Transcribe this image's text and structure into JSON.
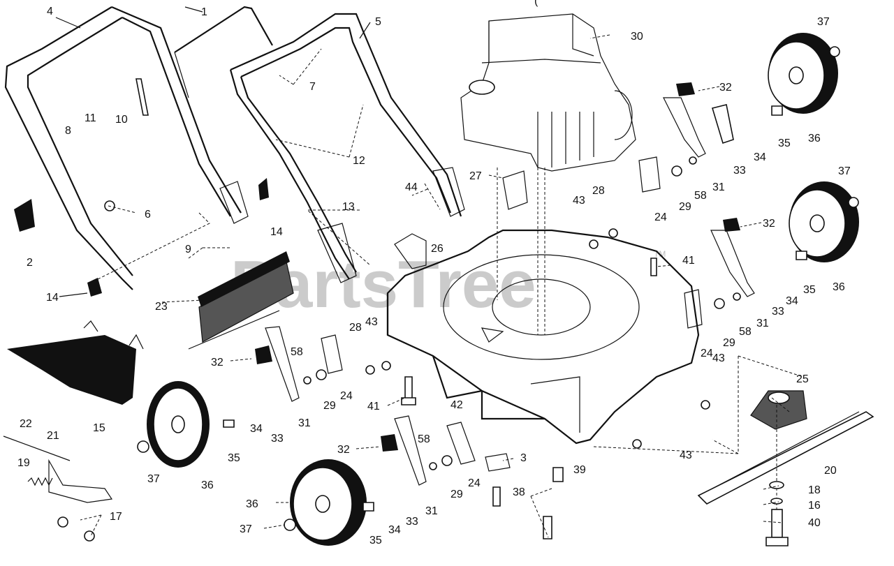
{
  "header": {
    "title_fragment": "("
  },
  "watermark": {
    "text": "PartsTree",
    "tm": "TM"
  },
  "callouts": [
    {
      "id": "c1",
      "label": "1"
    },
    {
      "id": "c2",
      "label": "2"
    },
    {
      "id": "c3",
      "label": "3"
    },
    {
      "id": "c4",
      "label": "4"
    },
    {
      "id": "c5",
      "label": "5"
    },
    {
      "id": "c6",
      "label": "6"
    },
    {
      "id": "c7",
      "label": "7"
    },
    {
      "id": "c8",
      "label": "8"
    },
    {
      "id": "c9",
      "label": "9"
    },
    {
      "id": "c10",
      "label": "10"
    },
    {
      "id": "c11",
      "label": "11"
    },
    {
      "id": "c12",
      "label": "12"
    },
    {
      "id": "c13",
      "label": "13"
    },
    {
      "id": "c14a",
      "label": "14"
    },
    {
      "id": "c14b",
      "label": "14"
    },
    {
      "id": "c15",
      "label": "15"
    },
    {
      "id": "c16",
      "label": "16"
    },
    {
      "id": "c17",
      "label": "17"
    },
    {
      "id": "c18",
      "label": "18"
    },
    {
      "id": "c19",
      "label": "19"
    },
    {
      "id": "c20",
      "label": "20"
    },
    {
      "id": "c21",
      "label": "21"
    },
    {
      "id": "c22",
      "label": "22"
    },
    {
      "id": "c23",
      "label": "23"
    },
    {
      "id": "c24a",
      "label": "24"
    },
    {
      "id": "c24b",
      "label": "24"
    },
    {
      "id": "c24c",
      "label": "24"
    },
    {
      "id": "c24d",
      "label": "24"
    },
    {
      "id": "c25",
      "label": "25"
    },
    {
      "id": "c26",
      "label": "26"
    },
    {
      "id": "c27",
      "label": "27"
    },
    {
      "id": "c28a",
      "label": "28"
    },
    {
      "id": "c28b",
      "label": "28"
    },
    {
      "id": "c29a",
      "label": "29"
    },
    {
      "id": "c29b",
      "label": "29"
    },
    {
      "id": "c29c",
      "label": "29"
    },
    {
      "id": "c29d",
      "label": "29"
    },
    {
      "id": "c30",
      "label": "30"
    },
    {
      "id": "c31a",
      "label": "31"
    },
    {
      "id": "c31b",
      "label": "31"
    },
    {
      "id": "c31c",
      "label": "31"
    },
    {
      "id": "c31d",
      "label": "31"
    },
    {
      "id": "c32a",
      "label": "32"
    },
    {
      "id": "c32b",
      "label": "32"
    },
    {
      "id": "c32c",
      "label": "32"
    },
    {
      "id": "c32d",
      "label": "32"
    },
    {
      "id": "c33a",
      "label": "33"
    },
    {
      "id": "c33b",
      "label": "33"
    },
    {
      "id": "c33c",
      "label": "33"
    },
    {
      "id": "c33d",
      "label": "33"
    },
    {
      "id": "c34a",
      "label": "34"
    },
    {
      "id": "c34b",
      "label": "34"
    },
    {
      "id": "c34c",
      "label": "34"
    },
    {
      "id": "c34d",
      "label": "34"
    },
    {
      "id": "c35a",
      "label": "35"
    },
    {
      "id": "c35b",
      "label": "35"
    },
    {
      "id": "c35c",
      "label": "35"
    },
    {
      "id": "c35d",
      "label": "35"
    },
    {
      "id": "c36a",
      "label": "36"
    },
    {
      "id": "c36b",
      "label": "36"
    },
    {
      "id": "c36c",
      "label": "36"
    },
    {
      "id": "c36d",
      "label": "36"
    },
    {
      "id": "c37a",
      "label": "37"
    },
    {
      "id": "c37b",
      "label": "37"
    },
    {
      "id": "c37c",
      "label": "37"
    },
    {
      "id": "c37d",
      "label": "37"
    },
    {
      "id": "c38",
      "label": "38"
    },
    {
      "id": "c39",
      "label": "39"
    },
    {
      "id": "c40",
      "label": "40"
    },
    {
      "id": "c41a",
      "label": "41"
    },
    {
      "id": "c41b",
      "label": "41"
    },
    {
      "id": "c42",
      "label": "42"
    },
    {
      "id": "c43a",
      "label": "43"
    },
    {
      "id": "c43b",
      "label": "43"
    },
    {
      "id": "c43c",
      "label": "43"
    },
    {
      "id": "c43d",
      "label": "43"
    },
    {
      "id": "c44",
      "label": "44"
    },
    {
      "id": "c58a",
      "label": "58"
    },
    {
      "id": "c58b",
      "label": "58"
    },
    {
      "id": "c58c",
      "label": "58"
    },
    {
      "id": "c58d",
      "label": "58"
    }
  ]
}
